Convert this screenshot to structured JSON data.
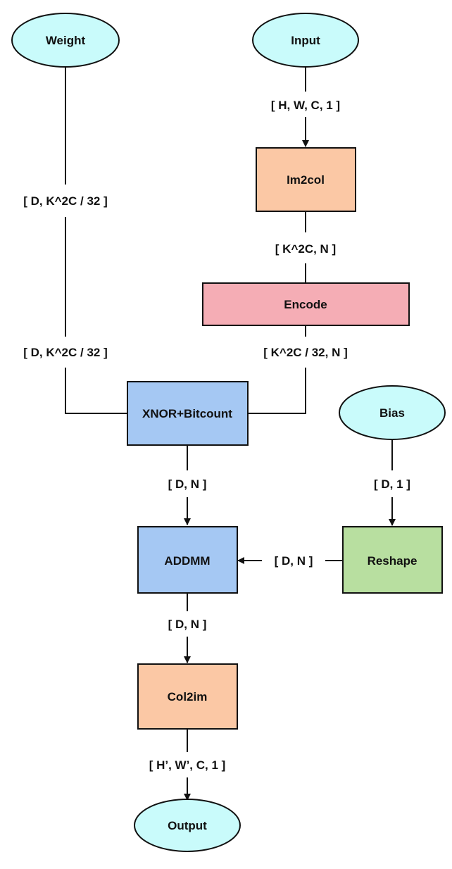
{
  "nodes": {
    "weight": {
      "label": "Weight",
      "fill": "#c9fbfb"
    },
    "input": {
      "label": "Input",
      "fill": "#c9fbfb"
    },
    "im2col": {
      "label": "Im2col",
      "fill": "#fbc8a5"
    },
    "encode": {
      "label": "Encode",
      "fill": "#f5adb5"
    },
    "xnor": {
      "label": "XNOR+Bitcount",
      "fill": "#a5c8f3"
    },
    "bias": {
      "label": "Bias",
      "fill": "#c9fbfb"
    },
    "addmm": {
      "label": "ADDMM",
      "fill": "#a5c8f3"
    },
    "reshape": {
      "label": "Reshape",
      "fill": "#b8dfa0"
    },
    "col2im": {
      "label": "Col2im",
      "fill": "#fbc8a5"
    },
    "output": {
      "label": "Output",
      "fill": "#c9fbfb"
    }
  },
  "edge_labels": {
    "input_im2col": "[ H, W, C, 1 ]",
    "weight_top": "[ D, K^2C / 32 ]",
    "weight_bottom": "[ D, K^2C / 32 ]",
    "im2col_encode": "[ K^2C, N ]",
    "encode_xnor": "[ K^2C / 32, N ]",
    "xnor_addmm": "[ D, N ]",
    "bias_reshape": "[ D, 1 ]",
    "reshape_addmm": "[ D, N ]",
    "addmm_col2im": "[ D, N ]",
    "col2im_output": "[ H’, W’, C, 1 ]"
  }
}
